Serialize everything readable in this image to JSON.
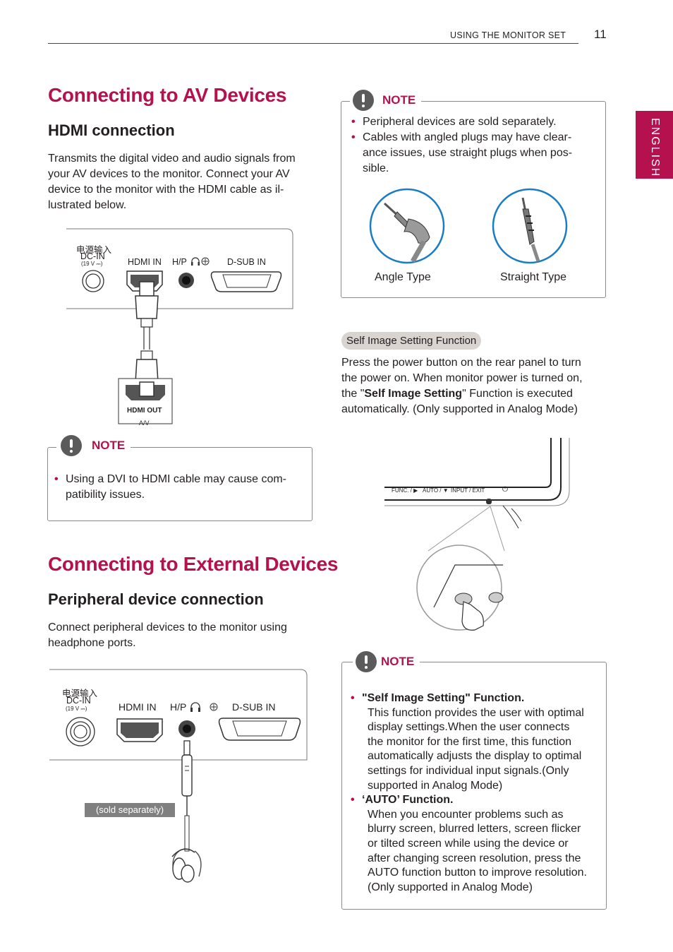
{
  "header": {
    "section": "USING THE MONITOR SET",
    "page_number": "11"
  },
  "side_tab": {
    "label": "ENGLISH"
  },
  "av": {
    "title": "Connecting to AV Devices",
    "hdmi_heading": "HDMI connection",
    "hdmi_paragraph_lines": [
      "Transmits the digital video and audio signals from",
      "your AV devices to the monitor. Connect your AV",
      "device to the monitor with the HDMI cable as il-",
      "lustrated below."
    ],
    "diagram": {
      "cn_label": "电源输入",
      "dc_in": "DC-IN",
      "dc_rating": "(19 V ⎓)",
      "hdmi_in": "HDMI IN",
      "hp": "H/P",
      "dsub_in": "D-SUB IN",
      "hdmi_out": "HDMI OUT",
      "av_label": "A/V"
    },
    "note": {
      "label": "NOTE",
      "items": [
        [
          "Using a DVI to HDMI cable may cause com-",
          "patibility issues."
        ]
      ]
    }
  },
  "external": {
    "title": "Connecting to External Devices",
    "heading": "Peripheral device connection",
    "paragraph_lines": [
      "Connect peripheral devices to the monitor using",
      "headphone ports."
    ],
    "diagram": {
      "cn_label": "电源输入",
      "dc_in": "DC-IN",
      "dc_rating": "(19 V ⎓)",
      "hdmi_in": "HDMI IN",
      "hp": "H/P",
      "dsub_in": "D-SUB IN",
      "sold_separately": "(sold separately)"
    }
  },
  "note_top": {
    "label": "NOTE",
    "items": [
      [
        "Peripheral devices are sold separately."
      ],
      [
        "Cables with angled plugs may have clear-",
        "ance issues, use straight plugs when pos-",
        "sible."
      ]
    ],
    "angle_caption": "Angle Type",
    "straight_caption": "Straight Type"
  },
  "self_image": {
    "pill": "Self Image Setting Function",
    "line1": "Press the power button on the rear panel to turn",
    "line2": "the power on.  When monitor power is turned on,",
    "line3_pre": "the \"",
    "line3_bold": "Self Image Setting",
    "line3_post": "\" Function is executed",
    "line4": "automatically. (Only supported in Analog Mode)",
    "panel": {
      "func": "FUNC. / ▶",
      "auto": "AUTO / ▼",
      "input": "INPUT / EXIT",
      "power": "⏻"
    }
  },
  "note_bottom": {
    "label": "NOTE",
    "item1_title": "\"Self Image Setting\" Function.",
    "item1_lines": [
      "This function provides the user with optimal",
      "display settings.When the user connects",
      "the monitor for the first time, this function",
      "automatically adjusts the display to optimal",
      "settings for individual input signals.(Only",
      "supported in Analog Mode)"
    ],
    "item2_title": "‘AUTO’ Function.",
    "item2_lines": [
      "When you encounter problems such as",
      "blurry screen, blurred letters, screen flicker",
      "or tilted screen while using the device or",
      "after changing screen resolution, press the",
      "AUTO function button to improve resolution.",
      "(Only supported in Analog Mode)"
    ]
  },
  "colors": {
    "accent": "#b5114e",
    "circle_blue": "#1a7dc4",
    "note_icon": "#5b5b5b"
  }
}
